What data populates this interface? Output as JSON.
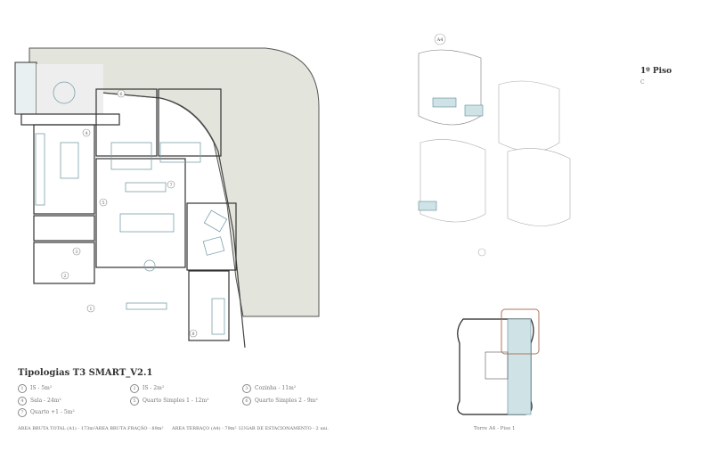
{
  "plan": {
    "title": "Tipologias T3 SMART_V2.1",
    "room_numbers": [
      "1",
      "2",
      "3",
      "4",
      "5",
      "6",
      "7",
      "8"
    ],
    "rooms": [
      {
        "n": "1",
        "label": "IS - 5m²"
      },
      {
        "n": "2",
        "label": "IS - 2m²"
      },
      {
        "n": "3",
        "label": "Cozinha - 11m²"
      },
      {
        "n": "4",
        "label": "Sala - 24m²"
      },
      {
        "n": "5",
        "label": "Quarto Simples 1 - 12m²"
      },
      {
        "n": "6",
        "label": "Quarto Simples 2 - 9m²"
      },
      {
        "n": "7",
        "label": "Quarto +1 - 5m²"
      }
    ],
    "areas": [
      "ÁREA BRUTA TOTAL (A1) - 173m²",
      "ÁREA BRUTA FRAÇÃO - 89m²",
      "ÁREA TERRAÇO (A4) - 79m²",
      "LUGAR DE ESTACIONAMENTO - 2 uni."
    ]
  },
  "location": {
    "tower_label": "A4",
    "floor_title": "1º Piso",
    "floor_sub": "C",
    "caption": "Torre A4 - Piso 1"
  },
  "colors": {
    "terrace": "#e3e4dc",
    "highlight": "#cfe3e6",
    "accent": "#b0745a",
    "line": "#5a8a96"
  }
}
